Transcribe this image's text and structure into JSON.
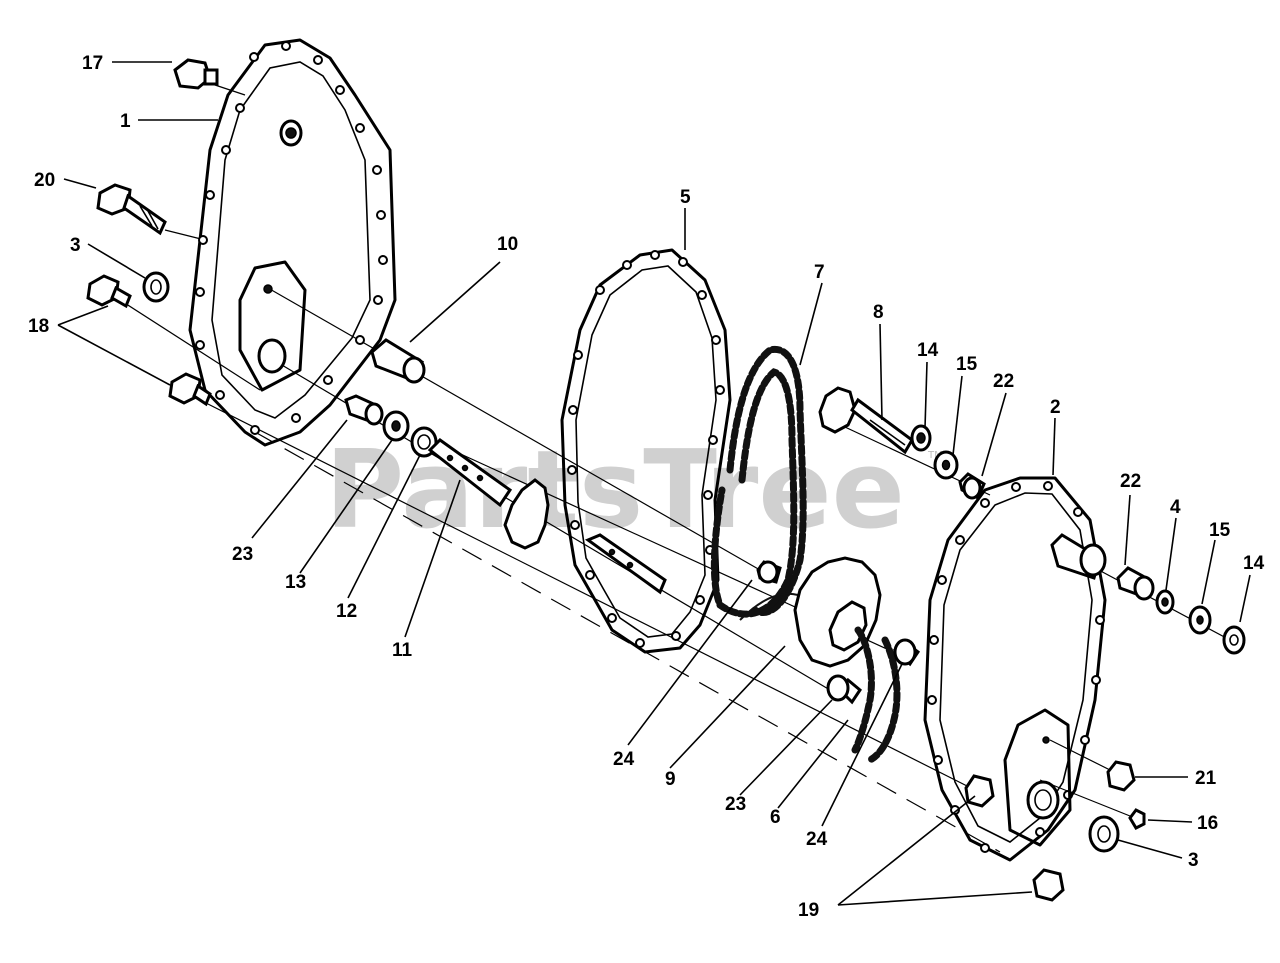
{
  "watermark": {
    "text": "PartsTree",
    "trademark": "TM"
  },
  "callouts": {
    "c1": "1",
    "c2": "2",
    "c3a": "3",
    "c3b": "3",
    "c4": "4",
    "c5": "5",
    "c6": "6",
    "c7": "7",
    "c8": "8",
    "c9": "9",
    "c10": "10",
    "c11": "11",
    "c12": "12",
    "c13": "13",
    "c14a": "14",
    "c14b": "14",
    "c15a": "15",
    "c15b": "15",
    "c16": "16",
    "c17": "17",
    "c18": "18",
    "c19": "19",
    "c20": "20",
    "c21": "21",
    "c22a": "22",
    "c22b": "22",
    "c23a": "23",
    "c23b": "23",
    "c24a": "24",
    "c24b": "24"
  }
}
